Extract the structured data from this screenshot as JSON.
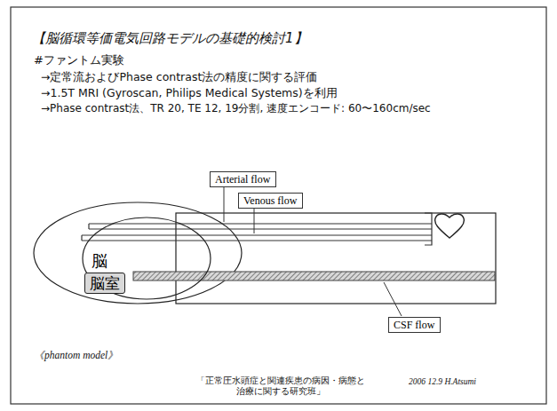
{
  "diagram": {
    "title": "【脳循環等価電気回路モデルの基礎的検討1】",
    "nodes": [
      {
        "text": [
          "Arterial flow"
        ]
      },
      {
        "text": [
          "Venous flow"
        ]
      },
      {
        "text": [
          "脳"
        ]
      },
      {
        "text": [
          "脳室"
        ],
        "in": 2
      },
      {
        "text": [
          "CSF flow"
        ]
      }
    ],
    "labels": [
      "#ファントム実験",
      "→定常流およびPhase contrast法の精度に関する評価",
      "→1.5T MRI (Gyroscan, Philips Medical Systems)を利用",
      "→Phase contrast法、TR 20, TE 12, 19分割, 速度エンコード: 60〜160cm/sec",
      "《phantom model》",
      "「正常圧水頭症と関連疾患の病因・病態と 治療に関する研究班」",
      "2006 12.9 H.Atsumi"
    ]
  }
}
